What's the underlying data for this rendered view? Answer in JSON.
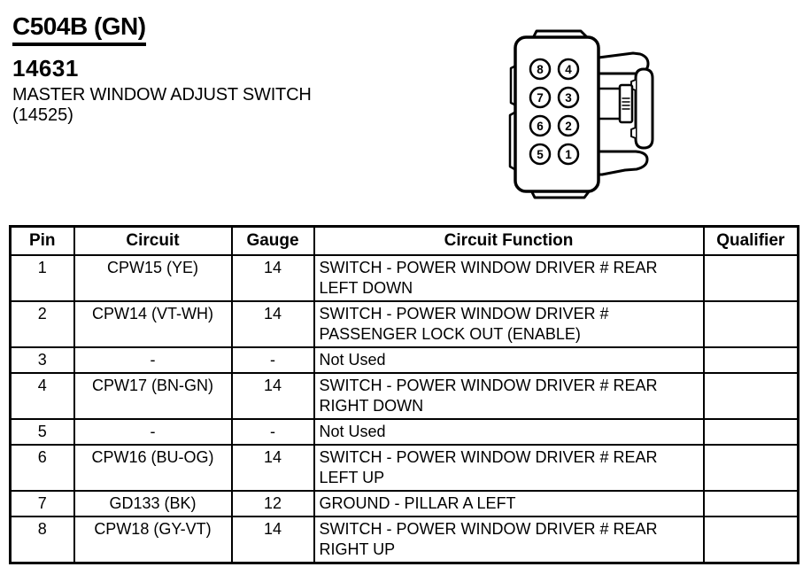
{
  "document": {
    "background": "#ffffff",
    "ink_color": "#000000"
  },
  "header": {
    "connector_id": "C504B (GN)",
    "part_number": "14631",
    "part_name": "MASTER WINDOW ADJUST SWITCH",
    "part_ref": "(14525)"
  },
  "connector_diagram": {
    "type": "8-pin connector face view, line art",
    "pins": [
      "8",
      "4",
      "7",
      "3",
      "6",
      "2",
      "5",
      "1"
    ]
  },
  "table": {
    "columns": [
      "pin",
      "circuit",
      "gauge",
      "function",
      "qualifier"
    ],
    "headers": {
      "pin": "Pin",
      "circuit": "Circuit",
      "gauge": "Gauge",
      "function": "Circuit Function",
      "qualifier": "Qualifier"
    },
    "rows": [
      {
        "pin": "1",
        "circuit": "CPW15 (YE)",
        "gauge": "14",
        "function": "SWITCH - POWER WINDOW DRIVER # REAR LEFT DOWN",
        "qualifier": ""
      },
      {
        "pin": "2",
        "circuit": "CPW14 (VT-WH)",
        "gauge": "14",
        "function": "SWITCH - POWER WINDOW DRIVER # PASSENGER LOCK OUT (ENABLE)",
        "qualifier": ""
      },
      {
        "pin": "3",
        "circuit": "-",
        "gauge": "-",
        "function": "Not Used",
        "qualifier": ""
      },
      {
        "pin": "4",
        "circuit": "CPW17 (BN-GN)",
        "gauge": "14",
        "function": "SWITCH - POWER WINDOW DRIVER # REAR RIGHT DOWN",
        "qualifier": ""
      },
      {
        "pin": "5",
        "circuit": "-",
        "gauge": "-",
        "function": "Not Used",
        "qualifier": ""
      },
      {
        "pin": "6",
        "circuit": "CPW16 (BU-OG)",
        "gauge": "14",
        "function": "SWITCH - POWER WINDOW DRIVER # REAR LEFT UP",
        "qualifier": ""
      },
      {
        "pin": "7",
        "circuit": "GD133 (BK)",
        "gauge": "12",
        "function": "GROUND - PILLAR A LEFT",
        "qualifier": ""
      },
      {
        "pin": "8",
        "circuit": "CPW18 (GY-VT)",
        "gauge": "14",
        "function": "SWITCH - POWER WINDOW DRIVER # REAR RIGHT UP",
        "qualifier": ""
      }
    ]
  }
}
